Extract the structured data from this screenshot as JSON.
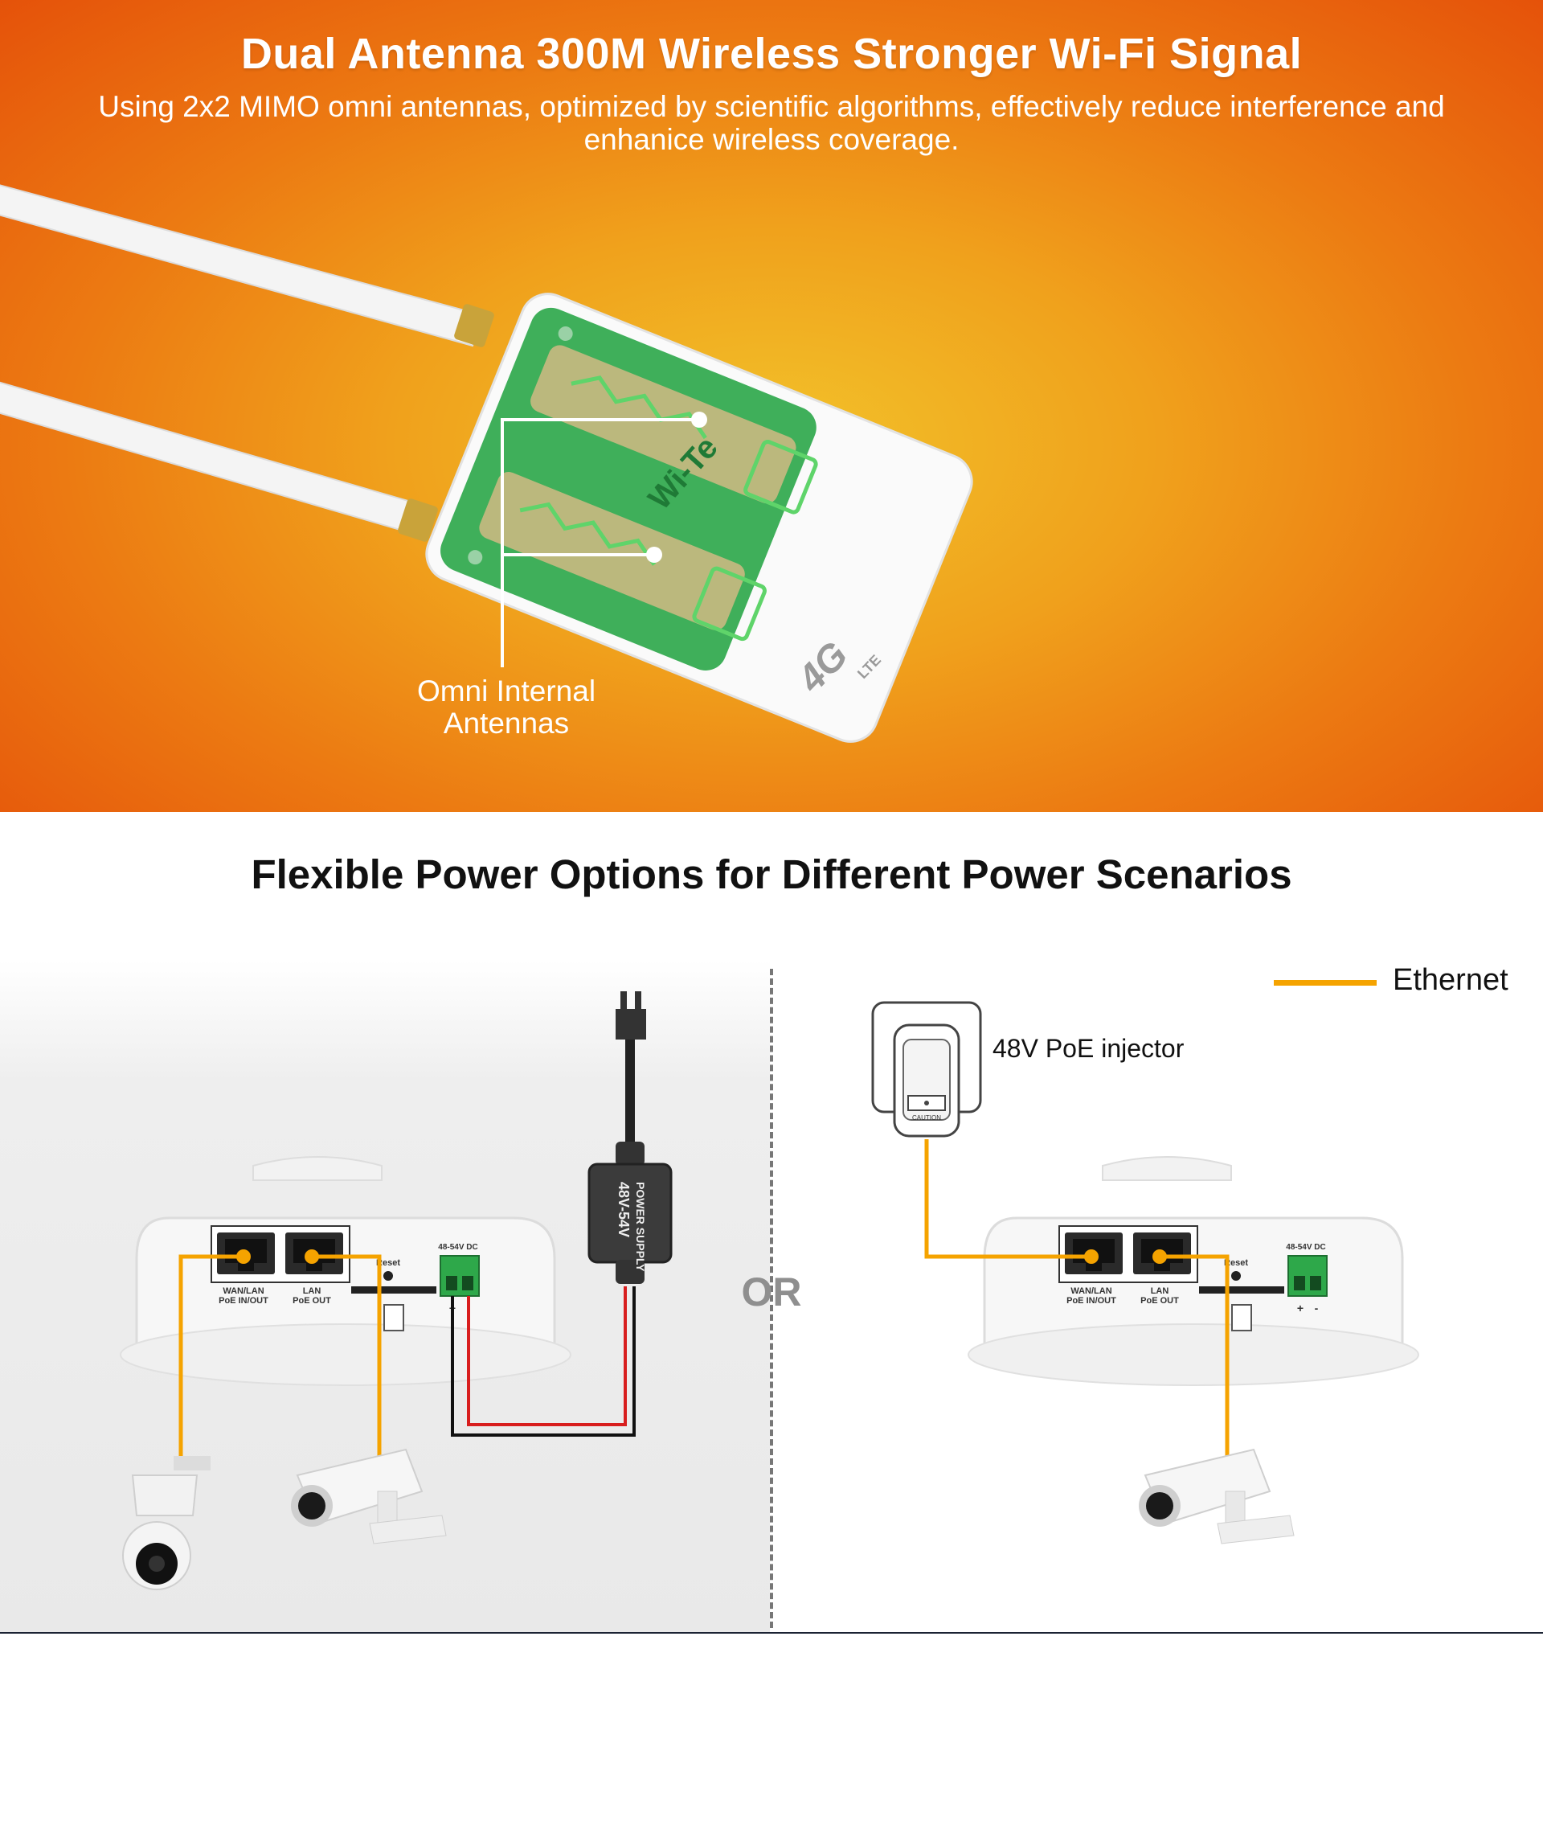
{
  "hero": {
    "title": "Dual Antenna 300M Wireless Stronger Wi-Fi Signal",
    "subtitle": "Using 2x2 MIMO omni antennas, optimized by scientific algorithms, effectively reduce interference and enhanice wireless coverage.",
    "callout": "Omni Internal Antennas",
    "brand": "Wi-Te",
    "badge": "4G",
    "badge_sub": "LTE",
    "colors": {
      "bg_center": "#f2c22a",
      "bg_edge": "#e5520a",
      "pcb": "#2fa84c"
    }
  },
  "power": {
    "title": "Flexible Power Options for Different Power Scenarios",
    "or_label": "OR",
    "legend": {
      "label": "Ethernet",
      "color": "#f5a300"
    },
    "poe_injector_label": "48V PoE injector",
    "power_supply_text": "POWER SUPPLY",
    "power_supply_voltage": "48V-54V",
    "port_wan": "WAN/LAN",
    "port_wan_sub": "PoE IN/OUT",
    "port_lan": "LAN",
    "port_lan_sub": "PoE OUT",
    "reset_label": "Reset",
    "dc_label": "48-54V DC",
    "plus": "+",
    "minus": "-",
    "caution": "CAUTION"
  }
}
